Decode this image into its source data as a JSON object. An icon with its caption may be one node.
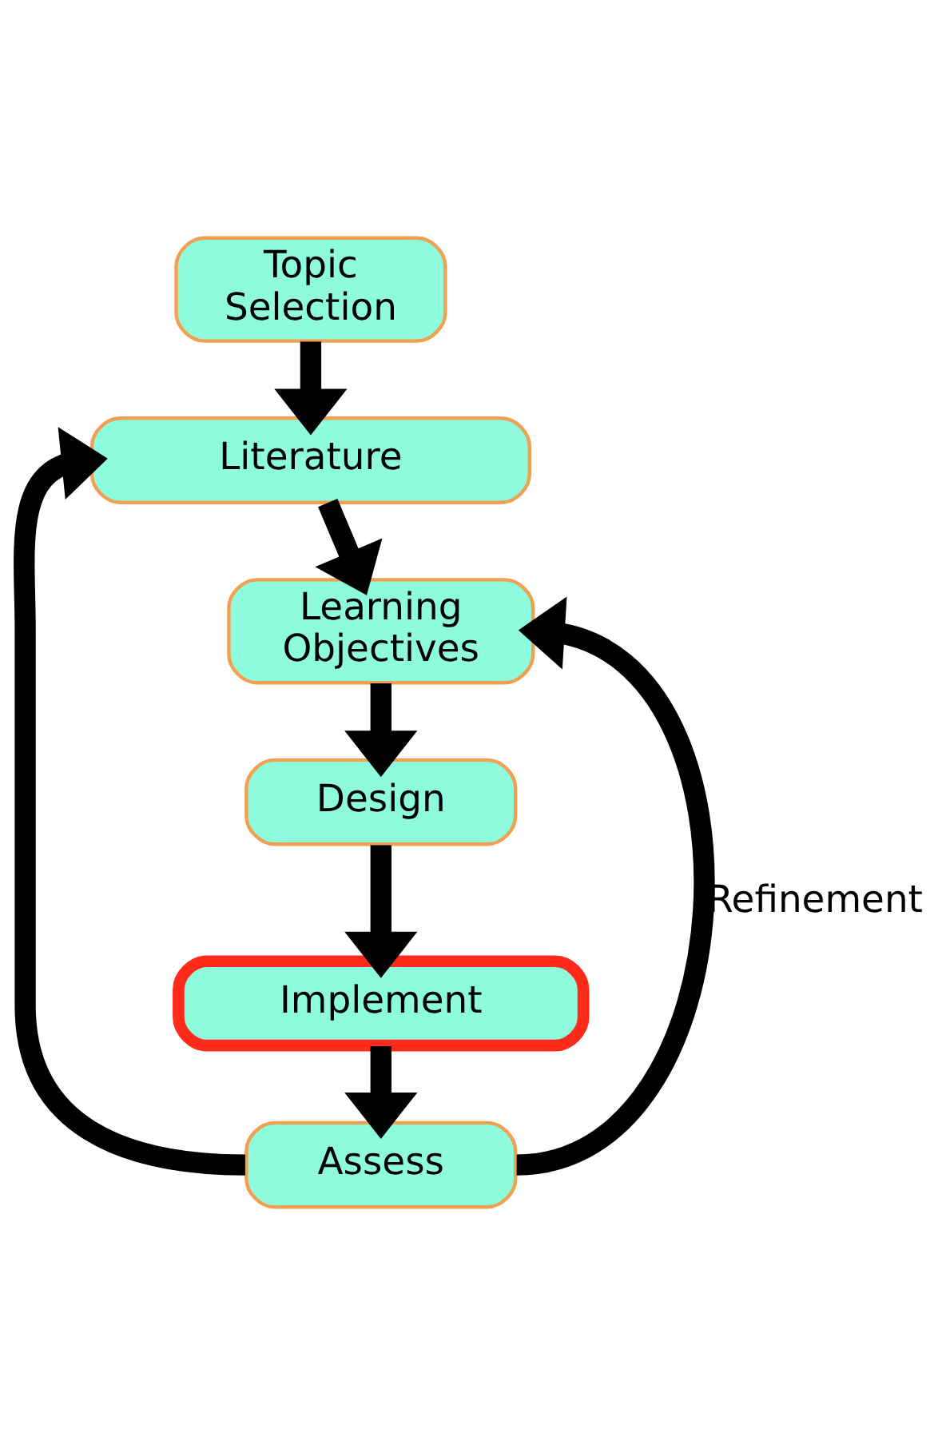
{
  "diagram": {
    "nodes": [
      {
        "text": [
          "Topic Selection"
        ]
      },
      {
        "text": [
          "Literature"
        ]
      },
      {
        "text": [
          "Learning Objectives"
        ]
      },
      {
        "text": [
          "Design"
        ]
      },
      {
        "text": [
          "Implement"
        ]
      },
      {
        "text": [
          "Assess"
        ]
      }
    ],
    "edges": [
      {
        "from": 0,
        "to": 1,
        "arrow": "to"
      },
      {
        "from": 1,
        "to": 2,
        "arrow": "to"
      },
      {
        "from": 2,
        "to": 3,
        "arrow": "to"
      },
      {
        "from": 3,
        "to": 4,
        "arrow": "to"
      },
      {
        "from": 4,
        "to": 5,
        "arrow": "to"
      },
      {
        "from": 5,
        "to": 1,
        "arrow": "to"
      },
      {
        "from": 5,
        "to": 2,
        "arrow": "to",
        "label": "Refinement"
      }
    ]
  }
}
